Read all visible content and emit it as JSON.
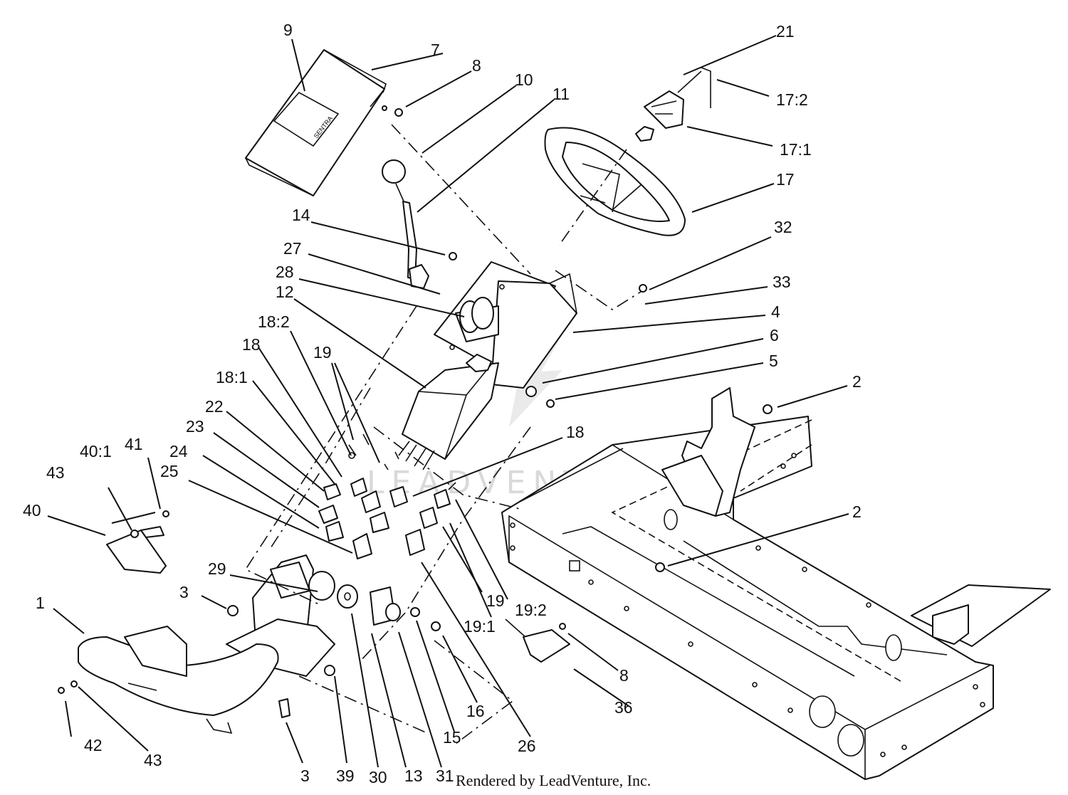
{
  "diagram": {
    "watermark": "LEADVENTURE",
    "credit": "Rendered by LeadVenture, Inc.",
    "decal_text": "SENTRA",
    "callouts": [
      {
        "id": "c1",
        "label": "1"
      },
      {
        "id": "c2a",
        "label": "2"
      },
      {
        "id": "c2b",
        "label": "2"
      },
      {
        "id": "c3a",
        "label": "3"
      },
      {
        "id": "c3b",
        "label": "3"
      },
      {
        "id": "c4",
        "label": "4"
      },
      {
        "id": "c5",
        "label": "5"
      },
      {
        "id": "c6",
        "label": "6"
      },
      {
        "id": "c7",
        "label": "7"
      },
      {
        "id": "c8a",
        "label": "8"
      },
      {
        "id": "c8b",
        "label": "8"
      },
      {
        "id": "c9",
        "label": "9"
      },
      {
        "id": "c10",
        "label": "10"
      },
      {
        "id": "c11",
        "label": "11"
      },
      {
        "id": "c12",
        "label": "12"
      },
      {
        "id": "c13",
        "label": "13"
      },
      {
        "id": "c14",
        "label": "14"
      },
      {
        "id": "c15",
        "label": "15"
      },
      {
        "id": "c16",
        "label": "16"
      },
      {
        "id": "c17",
        "label": "17"
      },
      {
        "id": "c17_1",
        "label": "17:1"
      },
      {
        "id": "c17_2",
        "label": "17:2"
      },
      {
        "id": "c18a",
        "label": "18"
      },
      {
        "id": "c18b",
        "label": "18"
      },
      {
        "id": "c18_1",
        "label": "18:1"
      },
      {
        "id": "c18_2",
        "label": "18:2"
      },
      {
        "id": "c19a",
        "label": "19"
      },
      {
        "id": "c19b",
        "label": "19"
      },
      {
        "id": "c19_1",
        "label": "19:1"
      },
      {
        "id": "c19_2",
        "label": "19:2"
      },
      {
        "id": "c21",
        "label": "21"
      },
      {
        "id": "c22",
        "label": "22"
      },
      {
        "id": "c23",
        "label": "23"
      },
      {
        "id": "c24",
        "label": "24"
      },
      {
        "id": "c25",
        "label": "25"
      },
      {
        "id": "c26",
        "label": "26"
      },
      {
        "id": "c27",
        "label": "27"
      },
      {
        "id": "c28",
        "label": "28"
      },
      {
        "id": "c29",
        "label": "29"
      },
      {
        "id": "c30",
        "label": "30"
      },
      {
        "id": "c31",
        "label": "31"
      },
      {
        "id": "c32",
        "label": "32"
      },
      {
        "id": "c33",
        "label": "33"
      },
      {
        "id": "c36",
        "label": "36"
      },
      {
        "id": "c39",
        "label": "39"
      },
      {
        "id": "c40",
        "label": "40"
      },
      {
        "id": "c40_1",
        "label": "40:1"
      },
      {
        "id": "c41",
        "label": "41"
      },
      {
        "id": "c42",
        "label": "42"
      },
      {
        "id": "c43a",
        "label": "43"
      },
      {
        "id": "c43b",
        "label": "43"
      }
    ]
  }
}
